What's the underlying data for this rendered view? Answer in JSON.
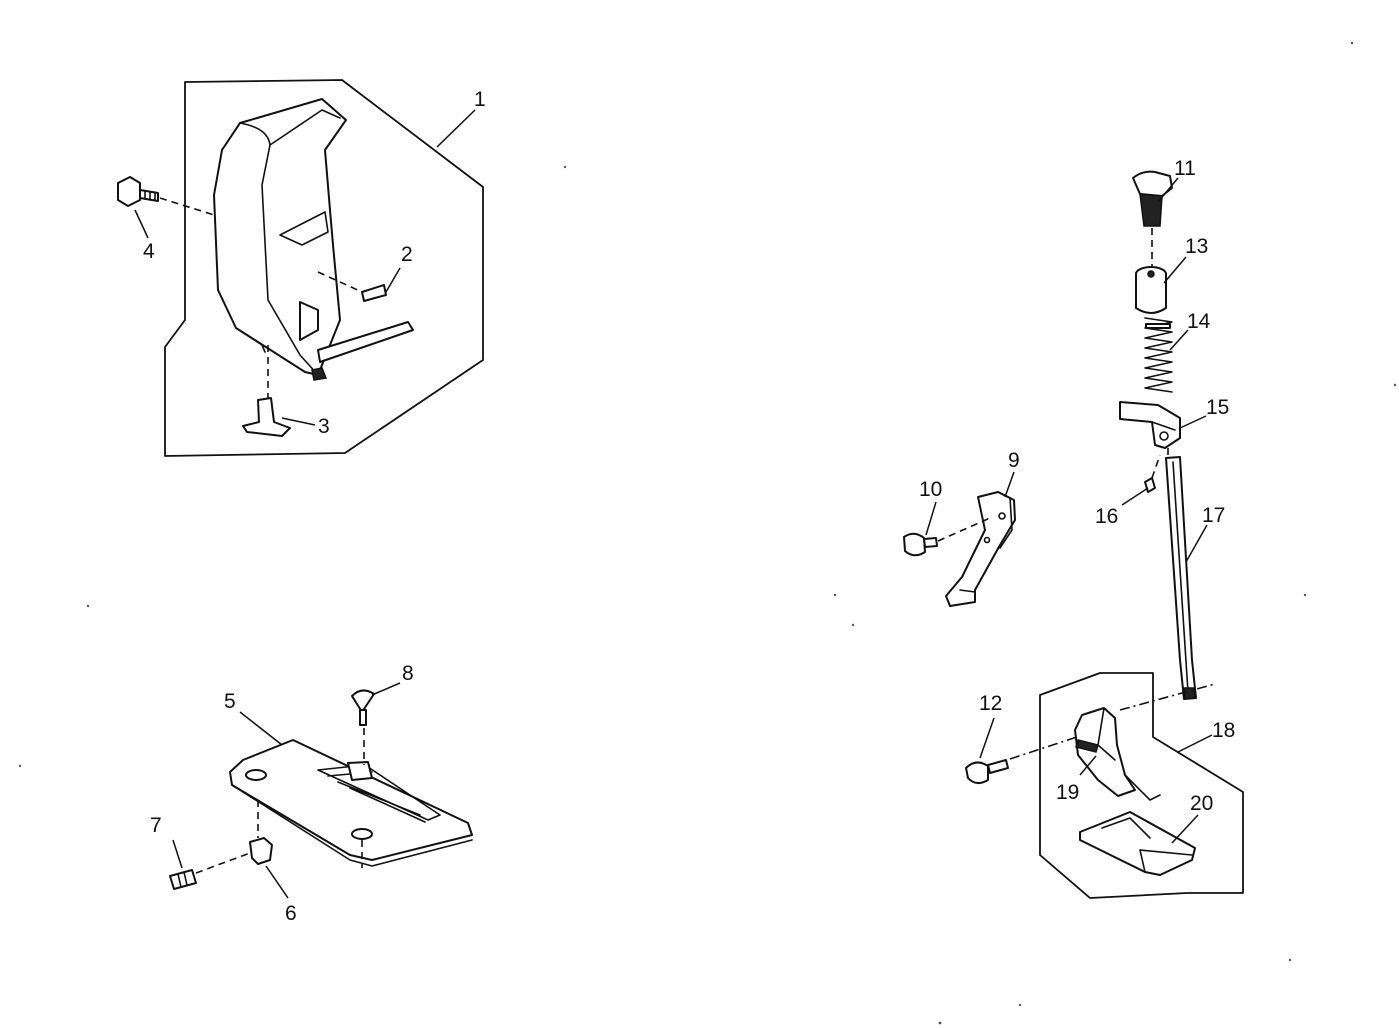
{
  "diagram": {
    "labels": {
      "p1": "1",
      "p2": "2",
      "p3": "3",
      "p4": "4",
      "p5": "5",
      "p6": "6",
      "p7": "7",
      "p8": "8",
      "p9": "9",
      "p10": "10",
      "p11": "11",
      "p12": "12",
      "p13": "13",
      "p14": "14",
      "p15": "15",
      "p16": "16",
      "p17": "17",
      "p18": "18",
      "p19": "19",
      "p20": "20"
    },
    "colors": {
      "ink": "#111111",
      "paper": "#ffffff"
    }
  }
}
